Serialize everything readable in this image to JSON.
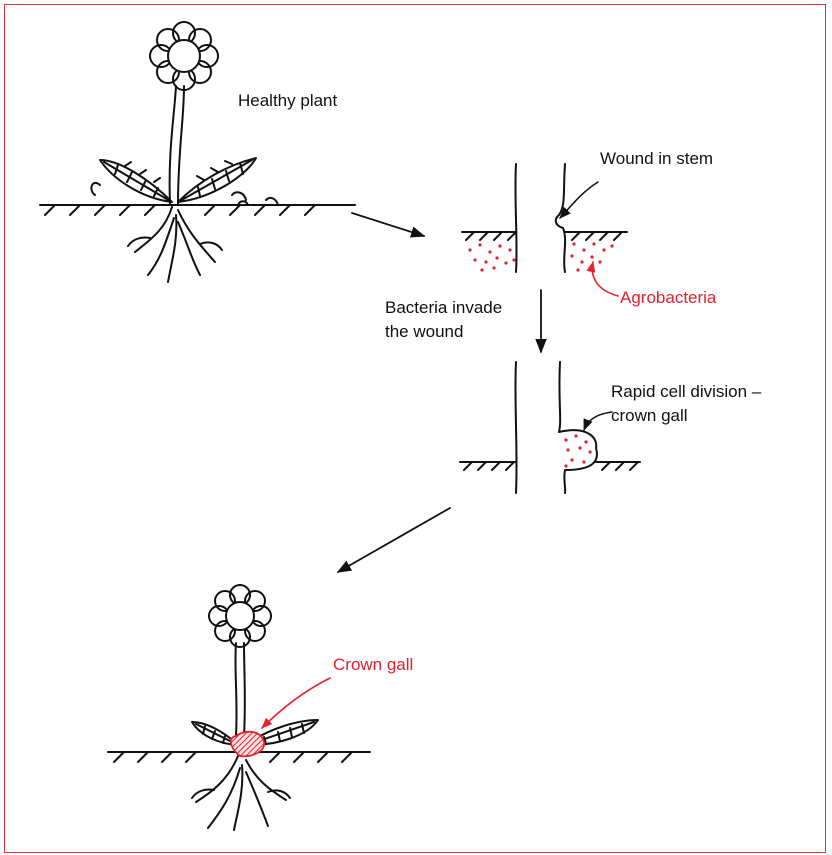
{
  "labels": {
    "healthy_plant": "Healthy plant",
    "wound_in_stem": "Wound in stem",
    "bacteria_invade_line1": "Bacteria invade",
    "bacteria_invade_line2": "the wound",
    "agrobacteria": "Agrobacteria",
    "rapid_division_line1": "Rapid cell division –",
    "rapid_division_line2": "crown gall",
    "crown_gall": "Crown gall"
  },
  "colors": {
    "border": "#e0303a",
    "highlight": "#e8202e",
    "line": "#111111"
  }
}
